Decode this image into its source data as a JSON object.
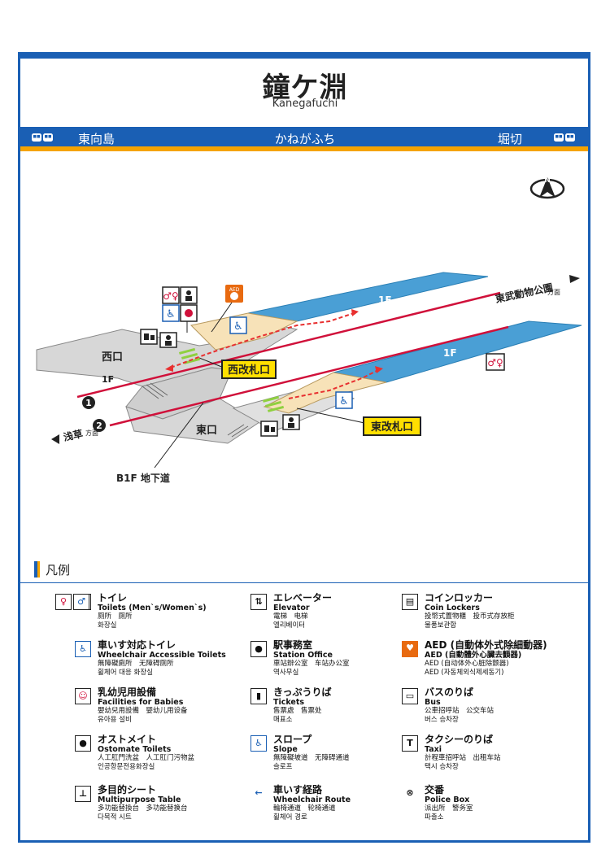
{
  "header": {
    "station_jp": "鐘ケ淵",
    "station_romaji": "Kanegafuchi",
    "station_kana": "かねがふち",
    "prev_station": "東向島",
    "next_station": "堀切"
  },
  "colors": {
    "brand_blue": "#1a5fb4",
    "accent_orange": "#f5a300",
    "platform_blue": "#4a9fd5",
    "track_red": "#d0103a",
    "gate_yellow": "#ffe000",
    "route_red": "#e83030"
  },
  "map": {
    "compass": "N",
    "platform_1f_a": "1F",
    "platform_1f_b": "1F",
    "west_exit": "西口",
    "east_exit": "東口",
    "west_floor": "1F",
    "west_gate": "西改札口",
    "east_gate": "東改札口",
    "underpass": "B1F 地下道",
    "dir_zoo": "東武動物公園",
    "dir_zoo_suffix": "方面",
    "dir_asakusa": "浅草",
    "dir_asakusa_suffix": "方面",
    "track1": "1",
    "track2": "2",
    "aed_label": "AED"
  },
  "legend": {
    "title": "凡例",
    "items": [
      {
        "jp": "トイレ",
        "en": "Toilets (Men`s/Women`s)",
        "zh": "厕所　厕所",
        "ko": "화장실",
        "icon": "toilet-icon"
      },
      {
        "jp": "車いす対応トイレ",
        "en": "Wheelchair Accessible Toilets",
        "zh": "無障礙廁所　无障碍厕所",
        "ko": "휠체어 대응 화장실",
        "icon": "wheelchair-toilet-icon"
      },
      {
        "jp": "乳幼児用設備",
        "en": "Facilities for Babies",
        "zh": "嬰幼兒用設備　婴幼儿用设备",
        "ko": "유아용 설비",
        "icon": "baby-icon"
      },
      {
        "jp": "オストメイト",
        "en": "Ostomate Toilets",
        "zh": "人工肛門洗盆　人工肛门污物盆",
        "ko": "인공항문전용화장실",
        "icon": "ostomate-icon"
      },
      {
        "jp": "多目的シート",
        "en": "Multipurpose Table",
        "zh": "多功能替換台　多功能替换台",
        "ko": "다목적 시트",
        "icon": "multipurpose-table-icon"
      },
      {
        "jp": "エレベーター",
        "en": "Elevator",
        "zh": "電梯　电梯",
        "ko": "엘리베이터",
        "icon": "elevator-icon"
      },
      {
        "jp": "駅事務室",
        "en": "Station Office",
        "zh": "車站辦公室　车站办公室",
        "ko": "역사무실",
        "icon": "station-office-icon"
      },
      {
        "jp": "きっぷうりば",
        "en": "Tickets",
        "zh": "售票處　售票处",
        "ko": "매표소",
        "icon": "ticket-icon"
      },
      {
        "jp": "スロープ",
        "en": "Slope",
        "zh": "無障礙坡道　无障碍通道",
        "ko": "슬로프",
        "icon": "slope-icon"
      },
      {
        "jp": "車いす経路",
        "en": "Wheelchair Route",
        "zh": "輪椅通道　轮椅通道",
        "ko": "휠체어 경로",
        "icon": "wheelchair-route-icon"
      },
      {
        "jp": "コインロッカー",
        "en": "Coin Lockers",
        "zh": "投幣式置物櫃　投币式存放柜",
        "ko": "물품보관함",
        "icon": "locker-icon"
      },
      {
        "jp": "AED (自動体外式除細動器)",
        "en": "AED (自動體外心臟去顫器)",
        "zh": "AED (自动体外心脏除颤器)",
        "ko": "AED (자동체외식제세동기)",
        "icon": "aed-icon"
      },
      {
        "jp": "バスのりば",
        "en": "Bus",
        "zh": "公車招呼站　公交车站",
        "ko": "버스 승차장",
        "icon": "bus-icon"
      },
      {
        "jp": "タクシーのりば",
        "en": "Taxi",
        "zh": "計程車招呼站　出租车站",
        "ko": "택시 승차장",
        "icon": "taxi-icon"
      },
      {
        "jp": "交番",
        "en": "Police Box",
        "zh": "派出所　警务室",
        "ko": "파출소",
        "icon": "police-box-icon"
      }
    ]
  }
}
